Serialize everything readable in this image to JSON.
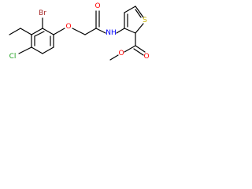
{
  "molecule": {
    "colors": {
      "bond": "#000000",
      "Br": "#a52a2a",
      "Cl": "#1aa01a",
      "O": "#ff0000",
      "N": "#0000ff",
      "S": "#c8b400"
    },
    "atoms": [
      {
        "id": "br",
        "label": "Br",
        "element": "Br"
      },
      {
        "id": "cl",
        "label": "Cl",
        "element": "Cl"
      },
      {
        "id": "o_ether",
        "label": "O",
        "element": "O"
      },
      {
        "id": "o_amide",
        "label": "O",
        "element": "O"
      },
      {
        "id": "nh",
        "label": "NH",
        "element": "N"
      },
      {
        "id": "s",
        "label": "S",
        "element": "S"
      },
      {
        "id": "o_carbonyl",
        "label": "O",
        "element": "O"
      },
      {
        "id": "o_methoxy",
        "label": "O",
        "element": "O"
      }
    ]
  }
}
